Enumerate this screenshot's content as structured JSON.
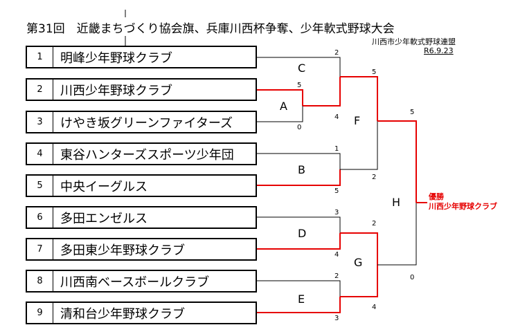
{
  "title": "第31回　近畿まちづくり協会旗、兵庫川西杯争奪、少年軟式野球大会",
  "organizer": "川西市少年軟式野球連盟",
  "date": "R6.9.23",
  "teams": [
    {
      "num": "1",
      "name": "明峰少年野球クラブ"
    },
    {
      "num": "2",
      "name": "川西少年野球クラブ"
    },
    {
      "num": "3",
      "name": "けやき坂グリーンファイターズ"
    },
    {
      "num": "4",
      "name": "東谷ハンターズスポーツ少年団"
    },
    {
      "num": "5",
      "name": "中央イーグルス"
    },
    {
      "num": "6",
      "name": "多田エンゼルス"
    },
    {
      "num": "7",
      "name": "多田東少年野球クラブ"
    },
    {
      "num": "8",
      "name": "川西南ベースボールクラブ"
    },
    {
      "num": "9",
      "name": "清和台少年野球クラブ"
    }
  ],
  "games": {
    "A": {
      "label": "A",
      "score_top": "5",
      "score_bottom": "0"
    },
    "B": {
      "label": "B",
      "score_top": "1",
      "score_bottom": "5"
    },
    "C": {
      "label": "C",
      "score_top": "2",
      "score_bottom": "4"
    },
    "D": {
      "label": "D",
      "score_top": "3",
      "score_bottom": "4"
    },
    "E": {
      "label": "E",
      "score_top": "2",
      "score_bottom": "3"
    },
    "F": {
      "label": "F",
      "score_top": "5",
      "score_bottom": "2"
    },
    "G": {
      "label": "G",
      "score_top": "2",
      "score_bottom": "4"
    },
    "H": {
      "label": "H",
      "score_top": "5",
      "score_bottom": "0"
    }
  },
  "champion": {
    "label": "優勝",
    "team": "川西少年野球クラブ"
  },
  "colors": {
    "winner_line": "#e60000",
    "normal_line": "#000000"
  }
}
